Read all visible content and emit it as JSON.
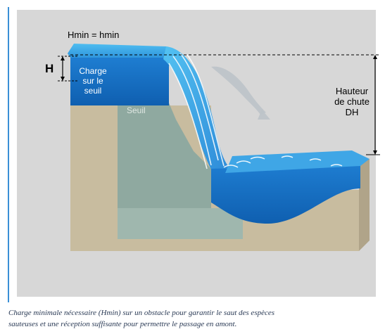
{
  "labels": {
    "hmin": "Hmin = hmin",
    "h": "H",
    "charge": [
      "Charge",
      "sur le",
      "seuil"
    ],
    "seuil": "Seuil",
    "hauteur": [
      "Hauteur",
      "de chute",
      "DH"
    ]
  },
  "caption": [
    "Charge minimale nécessaire (Hmin) sur un obstacle pour garantir le saut des espèces",
    "sauteuses et une réception suffisante pour permettre le passage en amont."
  ],
  "colors": {
    "background": "#d6d6d6",
    "water_light": "#39a8e4",
    "water_dark": "#1a6fc4",
    "ground": "#cbbfa3",
    "weir": "#8ea79f",
    "fish": "#c0c6cc"
  }
}
